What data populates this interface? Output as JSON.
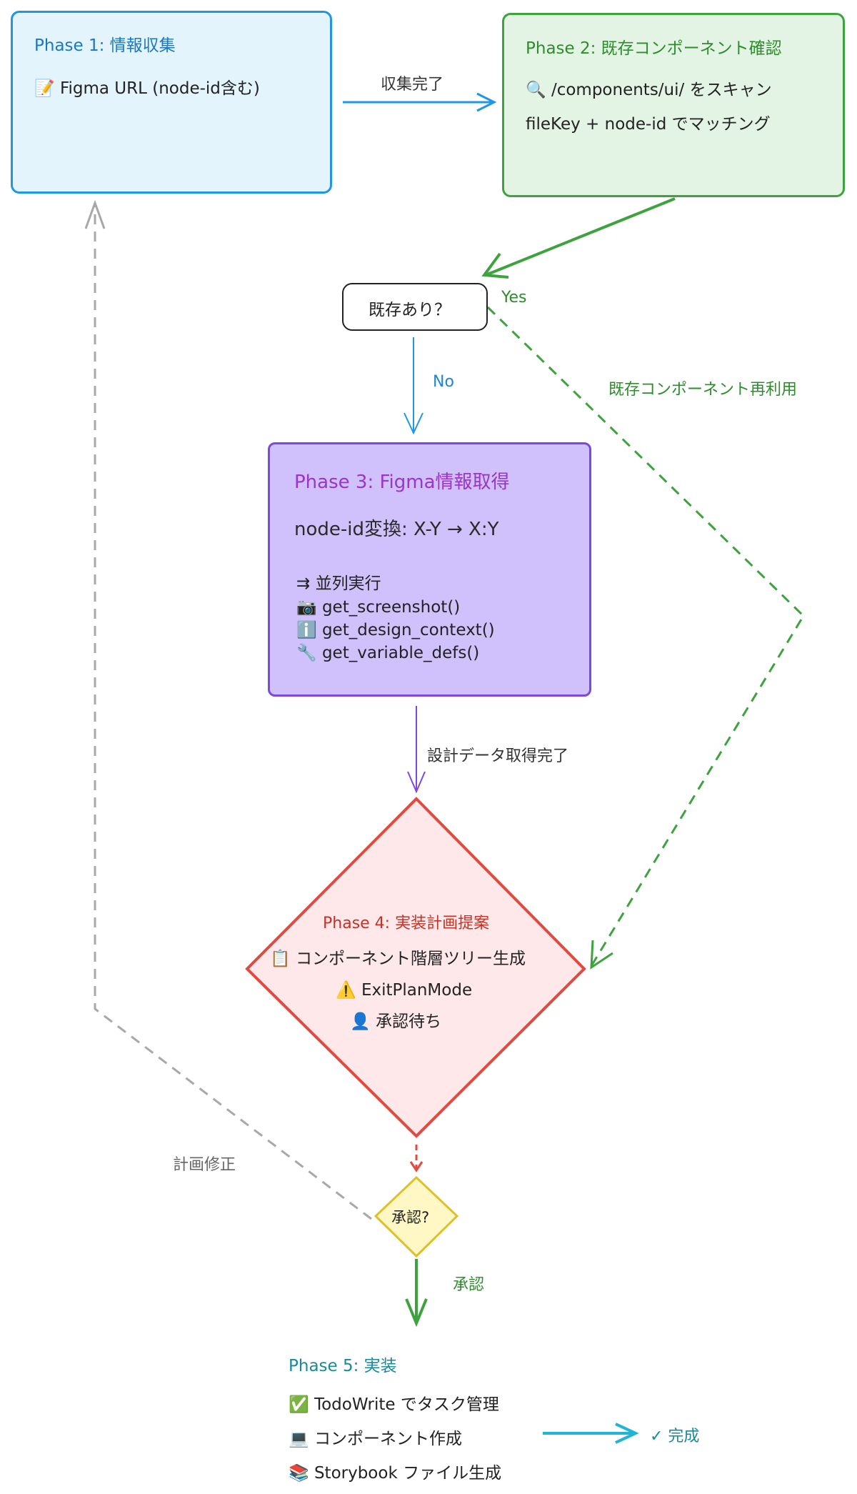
{
  "phase1": {
    "title": "Phase 1: 情報収集",
    "item": "📝 Figma URL (node-id含む)"
  },
  "phase2": {
    "title": "Phase 2: 既存コンポーネント確認",
    "items": [
      "🔍 /components/ui/ をスキャン",
      "fileKey + node-id でマッチング"
    ]
  },
  "decision1": {
    "label": "既存あり？"
  },
  "phase3": {
    "title": "Phase 3: Figma情報取得",
    "conversion": "node-id変換: X-Y → X:Y",
    "parallel": "⇉ 並列実行",
    "calls": [
      "📷 get_screenshot()",
      "ℹ️ get_design_context()",
      "🔧 get_variable_defs()"
    ]
  },
  "phase4": {
    "title": "Phase 4: 実装計画提案",
    "items": [
      "📋 コンポーネント階層ツリー生成",
      "⚠️ ExitPlanMode",
      "👤 承認待ち"
    ]
  },
  "decision2": {
    "label": "承認?"
  },
  "phase5": {
    "title": "Phase 5: 実装",
    "items": [
      "✅ TodoWrite でタスク管理",
      "💻 コンポーネント作成",
      "📚 Storybook ファイル生成"
    ]
  },
  "edges": {
    "collected": "収集完了",
    "yes": "Yes",
    "no": "No",
    "reuse": "既存コンポーネント再利用",
    "design_done": "設計データ取得完了",
    "revise": "計画修正",
    "approve": "承認",
    "done": "✓ 完成"
  },
  "colors": {
    "blue": "#2196e6",
    "green": "#3ea33e",
    "purple": "#7b48e0",
    "red": "#e04a3f",
    "yellow": "#e0c02a",
    "gray": "#a8a8a8",
    "cyan": "#22b4d4"
  }
}
